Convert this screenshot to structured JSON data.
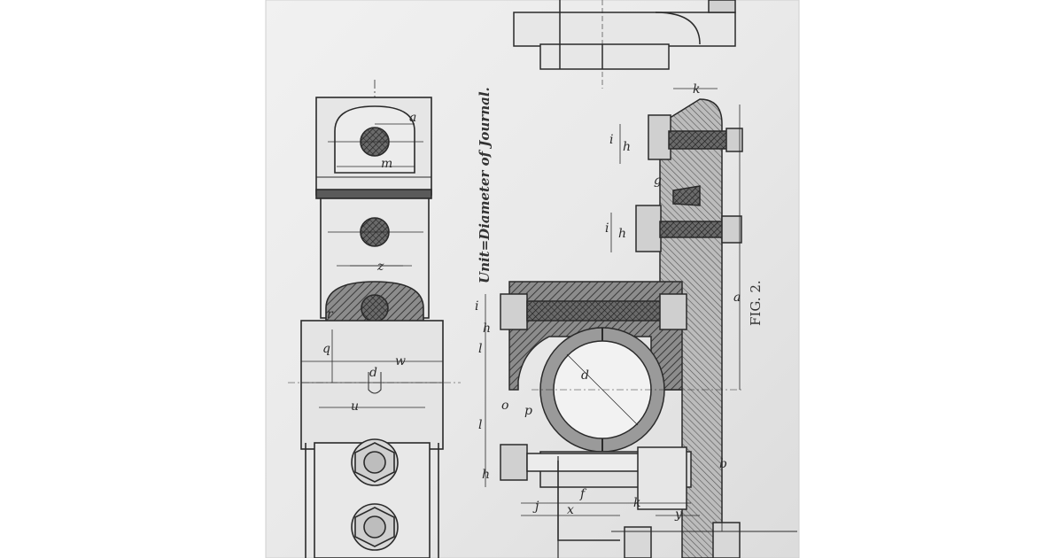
{
  "drawing": {
    "unit_note": "Unit=Diameter of Journal.",
    "figure_caption": "FIG. 2.",
    "labels": {
      "a_top": "a",
      "m": "m",
      "z": "z",
      "r": "r",
      "q": "q",
      "w": "w",
      "d_small": "d",
      "u": "u",
      "k_top": "k",
      "i_1": "i",
      "h_1": "h",
      "g": "g",
      "i_2": "i",
      "h_2": "h",
      "i_3": "i",
      "h_3": "h",
      "l_1": "l",
      "o": "o",
      "p": "p",
      "l_2": "l",
      "d_journal": "d",
      "a_right": "a",
      "b": "b",
      "j": "j",
      "x": "x",
      "f": "f",
      "k_bottom": "k",
      "y": "y"
    }
  }
}
